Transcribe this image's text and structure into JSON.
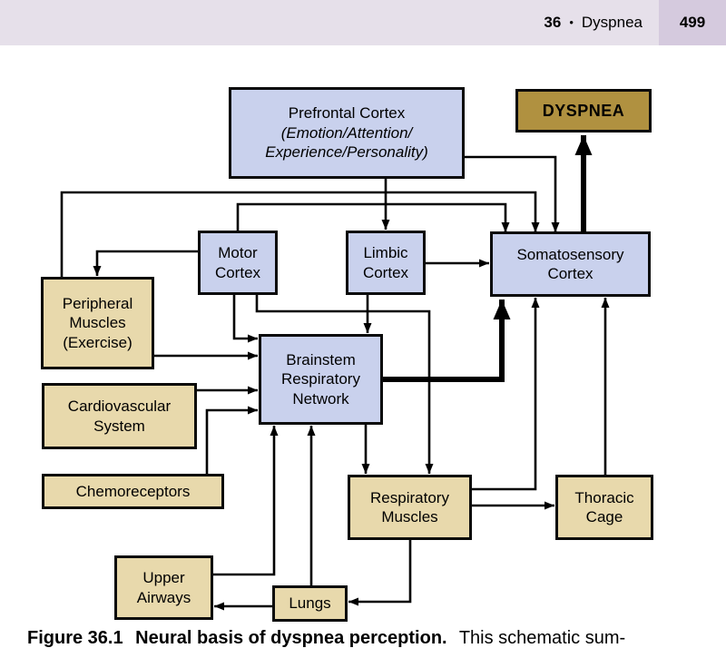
{
  "header": {
    "chapter_number": "36",
    "bullet": "•",
    "chapter_title": "Dyspnea",
    "page_number": "499"
  },
  "diagram": {
    "nodes": {
      "prefrontal": {
        "lines": [
          "Prefrontal Cortex",
          "(Emotion/Attention/",
          "Experience/Personality)"
        ]
      },
      "dyspnea": {
        "lines": [
          "DYSPNEA"
        ]
      },
      "motor": {
        "lines": [
          "Motor",
          "Cortex"
        ]
      },
      "limbic": {
        "lines": [
          "Limbic",
          "Cortex"
        ]
      },
      "somatosensory": {
        "lines": [
          "Somatosensory",
          "Cortex"
        ]
      },
      "peripheral": {
        "lines": [
          "Peripheral",
          "Muscles",
          "(Exercise)"
        ]
      },
      "brainstem": {
        "lines": [
          "Brainstem",
          "Respiratory",
          "Network"
        ]
      },
      "cardiovascular": {
        "lines": [
          "Cardiovascular",
          "System"
        ]
      },
      "chemoreceptors": {
        "lines": [
          "Chemoreceptors"
        ]
      },
      "respiratory_muscles": {
        "lines": [
          "Respiratory",
          "Muscles"
        ]
      },
      "thoracic_cage": {
        "lines": [
          "Thoracic",
          "Cage"
        ]
      },
      "upper_airways": {
        "lines": [
          "Upper",
          "Airways"
        ]
      },
      "lungs": {
        "lines": [
          "Lungs"
        ]
      }
    },
    "connections": [
      {
        "from": "Peripheral Muscles (Exercise)",
        "to": "Somatosensory Cortex",
        "emphasis": "thin"
      },
      {
        "from": "Motor Cortex",
        "to": "Somatosensory Cortex",
        "emphasis": "thin"
      },
      {
        "from": "Prefrontal Cortex",
        "to": "Limbic Cortex",
        "emphasis": "thin"
      },
      {
        "from": "Prefrontal Cortex",
        "to": "Somatosensory Cortex",
        "emphasis": "thin"
      },
      {
        "from": "Motor Cortex",
        "to": "Peripheral Muscles (Exercise)",
        "emphasis": "thin"
      },
      {
        "from": "Motor Cortex",
        "to": "Brainstem Respiratory Network",
        "emphasis": "thin"
      },
      {
        "from": "Motor Cortex",
        "to": "Respiratory Muscles",
        "emphasis": "thin"
      },
      {
        "from": "Limbic Cortex",
        "to": "Somatosensory Cortex",
        "emphasis": "thin"
      },
      {
        "from": "Limbic Cortex",
        "to": "Brainstem Respiratory Network",
        "emphasis": "thin"
      },
      {
        "from": "Peripheral Muscles (Exercise)",
        "to": "Brainstem Respiratory Network",
        "emphasis": "thin"
      },
      {
        "from": "Cardiovascular System",
        "to": "Brainstem Respiratory Network",
        "emphasis": "thin"
      },
      {
        "from": "Chemoreceptors",
        "to": "Brainstem Respiratory Network",
        "emphasis": "thin"
      },
      {
        "from": "Brainstem Respiratory Network",
        "to": "Respiratory Muscles",
        "emphasis": "thin"
      },
      {
        "from": "Upper Airways",
        "to": "Brainstem Respiratory Network",
        "emphasis": "thin"
      },
      {
        "from": "Lungs",
        "to": "Brainstem Respiratory Network",
        "emphasis": "thin"
      },
      {
        "from": "Lungs",
        "to": "Upper Airways",
        "emphasis": "thin"
      },
      {
        "from": "Respiratory Muscles",
        "to": "Lungs",
        "emphasis": "thin"
      },
      {
        "from": "Respiratory Muscles",
        "to": "Somatosensory Cortex",
        "emphasis": "thin"
      },
      {
        "from": "Respiratory Muscles",
        "to": "Thoracic Cage",
        "emphasis": "thin"
      },
      {
        "from": "Thoracic Cage",
        "to": "Somatosensory Cortex",
        "emphasis": "thin"
      },
      {
        "from": "Brainstem Respiratory Network",
        "to": "Somatosensory Cortex",
        "emphasis": "thick"
      },
      {
        "from": "Somatosensory Cortex",
        "to": "DYSPNEA",
        "emphasis": "thick"
      }
    ]
  },
  "caption": {
    "label": "Figure 36.1",
    "title": "Neural basis of dyspnea perception.",
    "trailing": "This schematic sum-"
  },
  "colors": {
    "header-bg": "#e6e0ea",
    "pagenum-bg": "#d5cade",
    "box-blue": "#c9d1ed",
    "box-tan": "#e8d9ac",
    "gold": "#b09140",
    "line": "#000000"
  }
}
